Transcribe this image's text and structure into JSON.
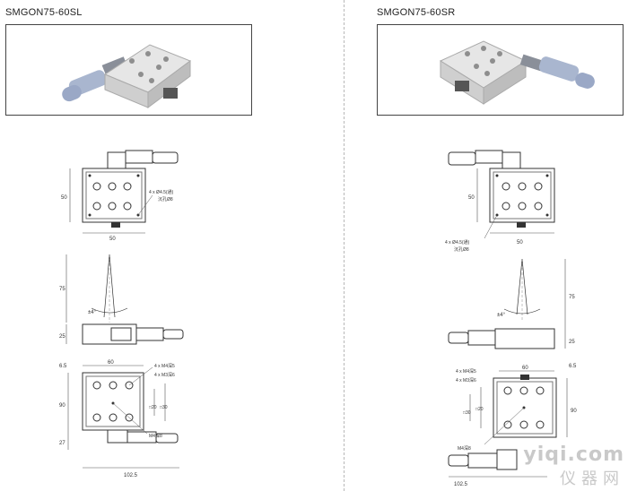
{
  "left": {
    "model": "SMGON75-60SL",
    "dims": {
      "width_top": "50",
      "height_side": "50",
      "hole_note_1": "4 x Ø4.5(通)",
      "hole_note_2": "沉孔Ø8",
      "angle": "±4°",
      "height_75": "75",
      "height_25": "25",
      "dim_60": "60",
      "dim_6_5": "6.5",
      "m4_note": "4 x M4深5",
      "m3_note": "4 x M3深6",
      "dim_20": "□20",
      "dim_30": "□30",
      "m4_center": "M4深8",
      "dim_90": "90",
      "dim_27": "27",
      "dim_102_5": "102.5"
    }
  },
  "right": {
    "model": "SMGON75-60SR",
    "dims": {
      "height_side": "50",
      "width_bottom": "50",
      "hole_note_1": "4 x Ø4.5(通)",
      "hole_note_2": "沉孔Ø8",
      "angle": "±4°",
      "height_75": "75",
      "height_25": "25",
      "dim_60": "60",
      "dim_6_5": "6.5",
      "m4_note": "4 x M4深5",
      "m3_note": "4 x M3深6",
      "dim_30": "□30",
      "dim_20": "□20",
      "m4_center": "M4深8",
      "dim_90": "90",
      "dim_102_5": "102.5"
    }
  },
  "watermark": {
    "line1": "yiqi.com",
    "line2": "仪器网"
  }
}
